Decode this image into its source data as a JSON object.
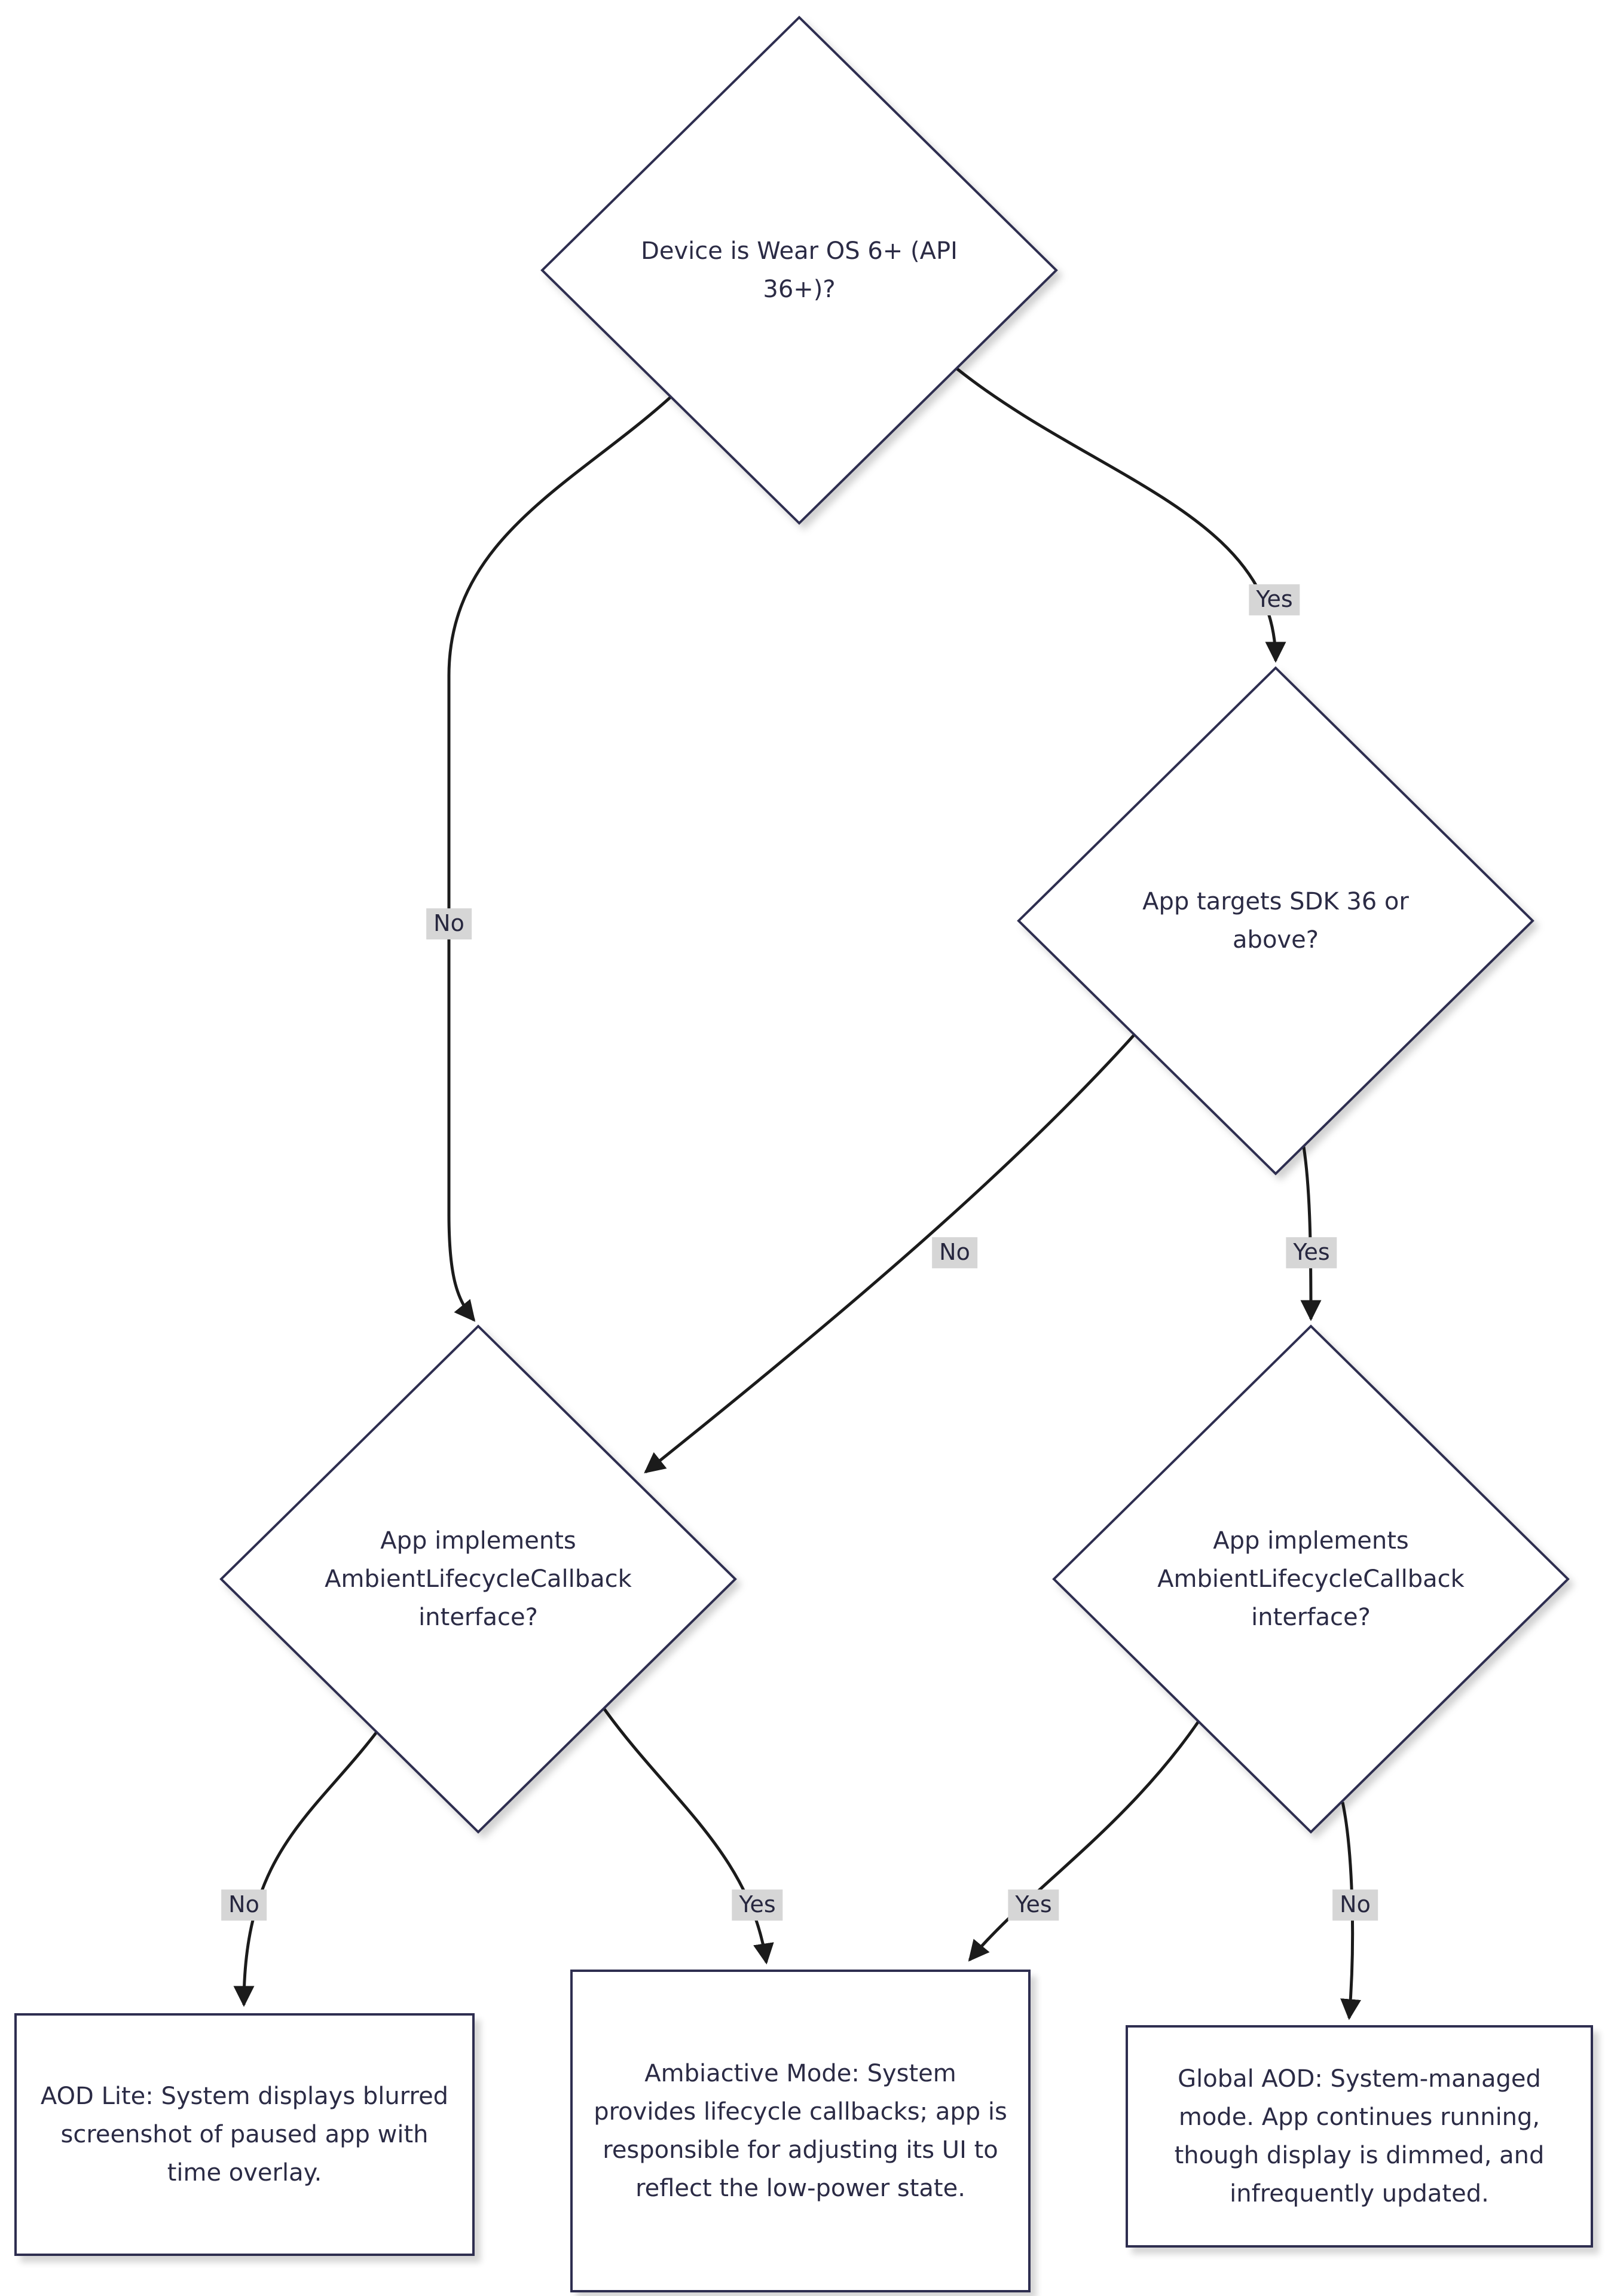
{
  "diagram": {
    "type": "flowchart",
    "colors": {
      "background": "#ffffff",
      "node_fill": "#ffffff",
      "node_border": "#2e2e50",
      "text": "#2b2b45",
      "edge": "#1b1b1b",
      "edge_label_bg": "#d6d6d6"
    },
    "nodes": {
      "device": {
        "shape": "diamond",
        "label": "Device is Wear OS 6+ (API 36+)?"
      },
      "sdk": {
        "shape": "diamond",
        "label": "App targets SDK 36 or above?"
      },
      "impl_left": {
        "shape": "diamond",
        "label": "App implements AmbientLifecycleCallback interface?"
      },
      "impl_right": {
        "shape": "diamond",
        "label": "App implements AmbientLifecycleCallback interface?"
      },
      "aod_lite": {
        "shape": "rect",
        "label": "AOD Lite: System displays blurred screenshot of paused app with time overlay."
      },
      "ambiactive": {
        "shape": "rect",
        "label": "Ambiactive Mode: System provides lifecycle callbacks; app is responsible for adjusting its UI to reflect the low-power state."
      },
      "global_aod": {
        "shape": "rect",
        "label": "Global AOD: System-managed mode. App continues running, though display is dimmed, and infrequently updated."
      }
    },
    "edges": {
      "device_yes": {
        "from": "device",
        "to": "sdk",
        "label": "Yes"
      },
      "device_no": {
        "from": "device",
        "to": "impl_left",
        "label": "No"
      },
      "sdk_no": {
        "from": "sdk",
        "to": "impl_left",
        "label": "No"
      },
      "sdk_yes": {
        "from": "sdk",
        "to": "impl_right",
        "label": "Yes"
      },
      "impl_left_no": {
        "from": "impl_left",
        "to": "aod_lite",
        "label": "No"
      },
      "impl_left_yes": {
        "from": "impl_left",
        "to": "ambiactive",
        "label": "Yes"
      },
      "impl_right_yes": {
        "from": "impl_right",
        "to": "ambiactive",
        "label": "Yes"
      },
      "impl_right_no": {
        "from": "impl_right",
        "to": "global_aod",
        "label": "No"
      }
    }
  }
}
